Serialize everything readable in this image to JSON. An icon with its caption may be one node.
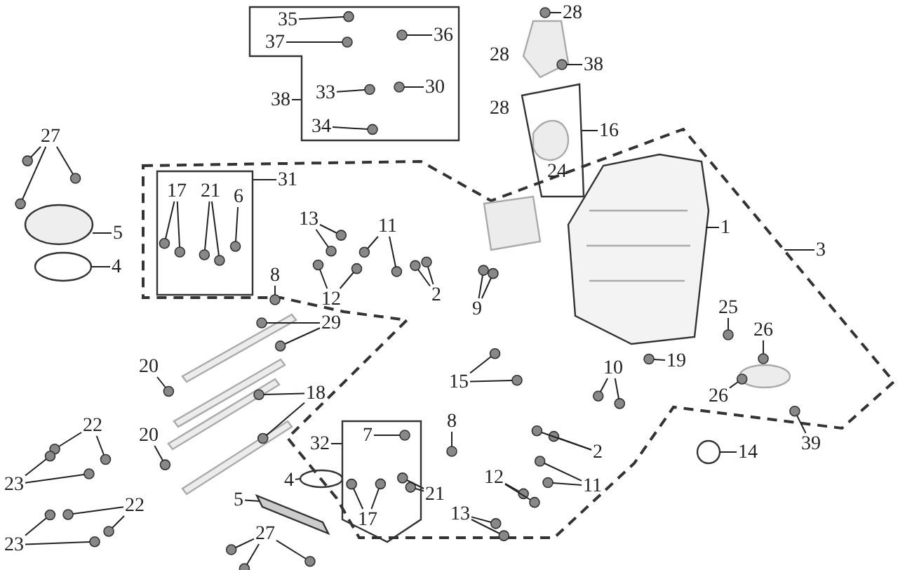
{
  "diagram": {
    "nodes": [
      {
        "text": [],
        "shape": "box"
      },
      {
        "text": [
          "35"
        ],
        "in": 0
      },
      {
        "text": [
          "37"
        ],
        "in": 0
      },
      {
        "text": [
          "36"
        ],
        "in": 0
      },
      {
        "text": [
          "33"
        ],
        "in": 0
      },
      {
        "text": [
          "30"
        ],
        "in": 0
      },
      {
        "text": [
          "38"
        ]
      },
      {
        "text": [
          "34"
        ],
        "in": 0
      },
      {
        "text": [
          "28"
        ]
      },
      {
        "text": [
          "38"
        ]
      },
      {
        "text": [],
        "shape": "box"
      },
      {
        "text": [
          "16"
        ]
      },
      {
        "text": [
          "24"
        ],
        "in": 10
      },
      {
        "text": [
          "27"
        ]
      },
      {
        "text": [
          "5"
        ]
      },
      {
        "text": [
          "4"
        ]
      },
      {
        "text": [],
        "shape": "box"
      },
      {
        "text": [
          "31"
        ]
      },
      {
        "text": [
          "17"
        ],
        "in": 16
      },
      {
        "text": [
          "21"
        ],
        "in": 16
      },
      {
        "text": [
          "6"
        ],
        "in": 16
      },
      {
        "text": [
          "8"
        ]
      },
      {
        "text": [
          "13"
        ]
      },
      {
        "text": [
          "12"
        ]
      },
      {
        "text": [
          "11"
        ]
      },
      {
        "text": [
          "2"
        ]
      },
      {
        "text": [
          "9"
        ]
      },
      {
        "text": [
          "1"
        ]
      },
      {
        "text": [
          "3"
        ]
      },
      {
        "text": [
          "25"
        ]
      },
      {
        "text": [
          "26"
        ]
      },
      {
        "text": [
          "19"
        ]
      },
      {
        "text": [
          "26"
        ]
      },
      {
        "text": [
          "39"
        ]
      },
      {
        "text": [
          "15"
        ]
      },
      {
        "text": [
          "10"
        ]
      },
      {
        "text": [
          "29"
        ]
      },
      {
        "text": [
          "20"
        ]
      },
      {
        "text": [
          "18"
        ]
      },
      {
        "text": [
          "20"
        ]
      },
      {
        "text": [
          "22"
        ]
      },
      {
        "text": [
          "23"
        ]
      },
      {
        "text": [
          "22"
        ]
      },
      {
        "text": [
          "23"
        ]
      },
      {
        "text": [
          "14"
        ]
      },
      {
        "text": [],
        "shape": "box"
      },
      {
        "text": [
          "32"
        ]
      },
      {
        "text": [
          "7"
        ],
        "in": 45
      },
      {
        "text": [
          "8"
        ]
      },
      {
        "text": [
          "4"
        ]
      },
      {
        "text": [
          "5"
        ]
      },
      {
        "text": [
          "27"
        ]
      },
      {
        "text": [
          "21"
        ]
      },
      {
        "text": [
          "17"
        ],
        "in": 45
      },
      {
        "text": [
          "2"
        ]
      },
      {
        "text": [
          "11"
        ]
      },
      {
        "text": [
          "12"
        ]
      },
      {
        "text": [
          "13"
        ]
      }
    ],
    "edges": [
      {
        "from": 1,
        "to": null,
        "arrow": "none"
      },
      {
        "from": 2,
        "to": null,
        "arrow": "none"
      },
      {
        "from": 3,
        "to": null,
        "arrow": "none"
      },
      {
        "from": 4,
        "to": null,
        "arrow": "none"
      },
      {
        "from": 5,
        "to": null,
        "arrow": "none"
      },
      {
        "from": 6,
        "to": 0,
        "arrow": "none"
      },
      {
        "from": 7,
        "to": null,
        "arrow": "none"
      },
      {
        "from": 8,
        "to": null,
        "arrow": "none"
      },
      {
        "from": 9,
        "to": null,
        "arrow": "none"
      },
      {
        "from": 11,
        "to": 10,
        "arrow": "none"
      },
      {
        "from": 13,
        "to": null,
        "arrow": "none"
      },
      {
        "from": 13,
        "to": null,
        "arrow": "none"
      },
      {
        "from": 13,
        "to": null,
        "arrow": "none"
      },
      {
        "from": 14,
        "to": null,
        "arrow": "none"
      },
      {
        "from": 15,
        "to": null,
        "arrow": "none"
      },
      {
        "from": 17,
        "to": 16,
        "arrow": "none"
      },
      {
        "from": 18,
        "to": null,
        "arrow": "none"
      },
      {
        "from": 18,
        "to": null,
        "arrow": "none"
      },
      {
        "from": 19,
        "to": null,
        "arrow": "none"
      },
      {
        "from": 19,
        "to": null,
        "arrow": "none"
      },
      {
        "from": 20,
        "to": null,
        "arrow": "none"
      },
      {
        "from": 21,
        "to": null,
        "arrow": "none"
      },
      {
        "from": 22,
        "to": null,
        "arrow": "none"
      },
      {
        "from": 22,
        "to": null,
        "arrow": "none"
      },
      {
        "from": 23,
        "to": null,
        "arrow": "none"
      },
      {
        "from": 23,
        "to": null,
        "arrow": "none"
      },
      {
        "from": 24,
        "to": null,
        "arrow": "none"
      },
      {
        "from": 24,
        "to": null,
        "arrow": "none"
      },
      {
        "from": 25,
        "to": null,
        "arrow": "none"
      },
      {
        "from": 25,
        "to": null,
        "arrow": "none"
      },
      {
        "from": 26,
        "to": null,
        "arrow": "none"
      },
      {
        "from": 26,
        "to": null,
        "arrow": "none"
      },
      {
        "from": 27,
        "to": null,
        "arrow": "none"
      },
      {
        "from": 28,
        "to": null,
        "arrow": "none"
      },
      {
        "from": 29,
        "to": null,
        "arrow": "none"
      },
      {
        "from": 30,
        "to": null,
        "arrow": "none"
      },
      {
        "from": 31,
        "to": null,
        "arrow": "none"
      },
      {
        "from": 32,
        "to": null,
        "arrow": "none"
      },
      {
        "from": 33,
        "to": null,
        "arrow": "none"
      },
      {
        "from": 34,
        "to": null,
        "arrow": "none"
      },
      {
        "from": 34,
        "to": null,
        "arrow": "none"
      },
      {
        "from": 35,
        "to": null,
        "arrow": "none"
      },
      {
        "from": 35,
        "to": null,
        "arrow": "none"
      },
      {
        "from": 36,
        "to": null,
        "arrow": "none"
      },
      {
        "from": 36,
        "to": null,
        "arrow": "none"
      },
      {
        "from": 37,
        "to": null,
        "arrow": "none"
      },
      {
        "from": 38,
        "to": null,
        "arrow": "none"
      },
      {
        "from": 38,
        "to": null,
        "arrow": "none"
      },
      {
        "from": 39,
        "to": null,
        "arrow": "none"
      },
      {
        "from": 40,
        "to": null,
        "arrow": "none"
      },
      {
        "from": 40,
        "to": null,
        "arrow": "none"
      },
      {
        "from": 41,
        "to": null,
        "arrow": "none"
      },
      {
        "from": 41,
        "to": null,
        "arrow": "none"
      },
      {
        "from": 42,
        "to": null,
        "arrow": "none"
      },
      {
        "from": 42,
        "to": null,
        "arrow": "none"
      },
      {
        "from": 43,
        "to": null,
        "arrow": "none"
      },
      {
        "from": 43,
        "to": null,
        "arrow": "none"
      },
      {
        "from": 44,
        "to": null,
        "arrow": "none"
      },
      {
        "from": 46,
        "to": 45,
        "arrow": "none"
      },
      {
        "from": 47,
        "to": null,
        "arrow": "none"
      },
      {
        "from": 48,
        "to": null,
        "arrow": "none"
      },
      {
        "from": 49,
        "to": null,
        "arrow": "none"
      },
      {
        "from": 50,
        "to": null,
        "arrow": "none"
      },
      {
        "from": 51,
        "to": null,
        "arrow": "none"
      },
      {
        "from": 51,
        "to": null,
        "arrow": "none"
      },
      {
        "from": 51,
        "to": null,
        "arrow": "none"
      },
      {
        "from": 52,
        "to": null,
        "arrow": "none"
      },
      {
        "from": 52,
        "to": null,
        "arrow": "none"
      },
      {
        "from": 53,
        "to": null,
        "arrow": "none"
      },
      {
        "from": 53,
        "to": null,
        "arrow": "none"
      },
      {
        "from": 54,
        "to": null,
        "arrow": "none"
      },
      {
        "from": 54,
        "to": null,
        "arrow": "none"
      },
      {
        "from": 55,
        "to": null,
        "arrow": "none"
      },
      {
        "from": 55,
        "to": null,
        "arrow": "none"
      },
      {
        "from": 56,
        "to": null,
        "arrow": "none"
      },
      {
        "from": 56,
        "to": null,
        "arrow": "none"
      },
      {
        "from": 57,
        "to": null,
        "arrow": "none"
      },
      {
        "from": 57,
        "to": null,
        "arrow": "none"
      }
    ],
    "labels": [
      "28",
      "28"
    ]
  }
}
